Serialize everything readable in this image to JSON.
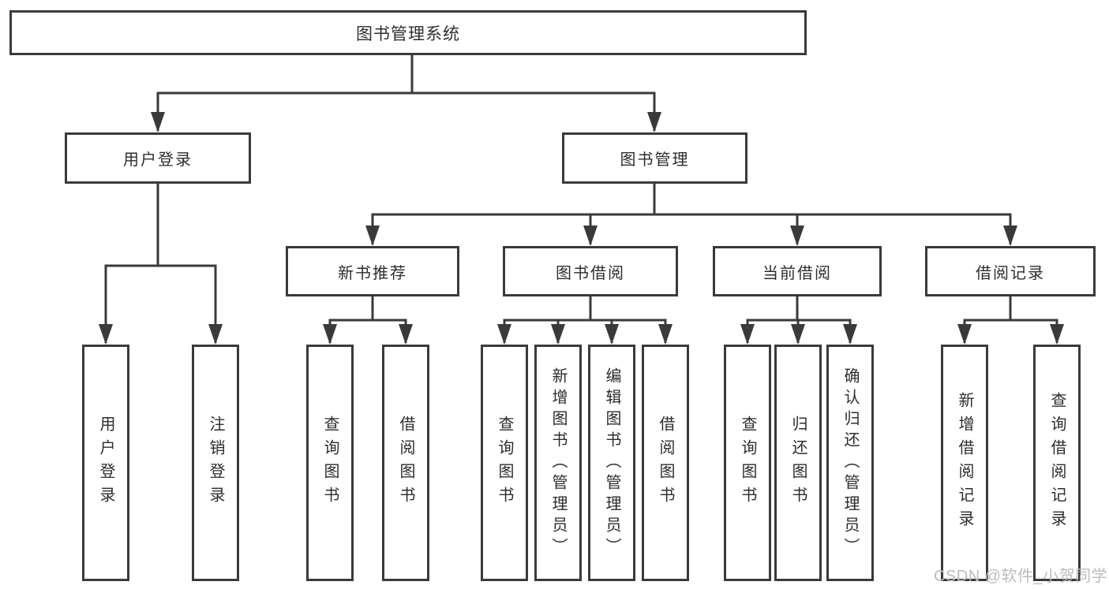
{
  "colors": {
    "line": "#3a3a3a",
    "text": "#2d2d2d",
    "watermark": "#bdbdbd",
    "background": "#ffffff"
  },
  "watermark": "CSDN @软件_小贺同学",
  "tree": {
    "root": "图书管理系统",
    "branches": [
      {
        "label": "用户登录",
        "children": [
          "用户登录",
          "注销登录"
        ]
      },
      {
        "label": "图书管理",
        "groups": [
          {
            "label": "新书推荐",
            "children": [
              "查询图书",
              "借阅图书"
            ]
          },
          {
            "label": "图书借阅",
            "children": [
              "查询图书",
              "新增图书（管理员）",
              "编辑图书（管理员）",
              "借阅图书"
            ]
          },
          {
            "label": "当前借阅",
            "children": [
              "查询图书",
              "归还图书",
              "确认归还（管理员）"
            ]
          },
          {
            "label": "借阅记录",
            "children": [
              "新增借阅记录",
              "查询借阅记录"
            ]
          }
        ]
      }
    ]
  }
}
